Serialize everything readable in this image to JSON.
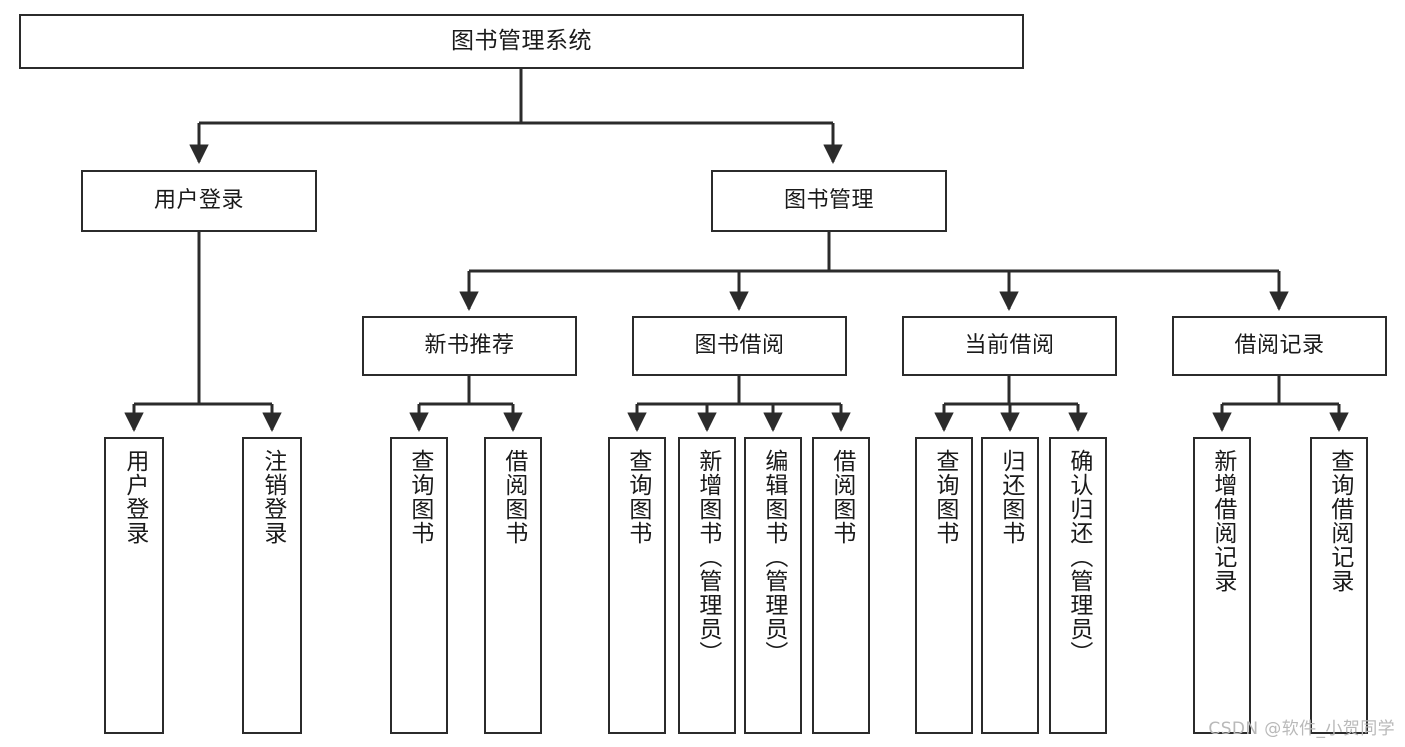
{
  "diagram": {
    "title": "图书管理系统",
    "type": "tree",
    "watermark": "CSDN @软件_小贺同学",
    "colors": {
      "box_border": "#2b2b2b",
      "box_fill": "#ffffff",
      "line": "#2b2b2b",
      "text": "#1a1a1a",
      "watermark": "#b9b9b9"
    },
    "nodes": {
      "root": {
        "label": "图书管理系统"
      },
      "level2": [
        {
          "id": "user-login",
          "label": "用户登录"
        },
        {
          "id": "book-manage",
          "label": "图书管理"
        }
      ],
      "level3": [
        {
          "id": "new-book-rec",
          "label": "新书推荐"
        },
        {
          "id": "book-borrow",
          "label": "图书借阅"
        },
        {
          "id": "current-borrow",
          "label": "当前借阅"
        },
        {
          "id": "borrow-record",
          "label": "借阅记录"
        }
      ],
      "leaves": [
        {
          "id": "leaf-user-login",
          "label": "用户登录"
        },
        {
          "id": "leaf-logout",
          "label": "注销登录"
        },
        {
          "id": "leaf-query-book-1",
          "label": "查询图书"
        },
        {
          "id": "leaf-borrow-book-1",
          "label": "借阅图书"
        },
        {
          "id": "leaf-query-book-2",
          "label": "查询图书"
        },
        {
          "id": "leaf-add-book",
          "label": "新增图书（管理员）"
        },
        {
          "id": "leaf-edit-book",
          "label": "编辑图书（管理员）"
        },
        {
          "id": "leaf-borrow-book-2",
          "label": "借阅图书"
        },
        {
          "id": "leaf-query-book-3",
          "label": "查询图书"
        },
        {
          "id": "leaf-return-book",
          "label": "归还图书"
        },
        {
          "id": "leaf-confirm-return",
          "label": "确认归还（管理员）"
        },
        {
          "id": "leaf-add-record",
          "label": "新增借阅记录"
        },
        {
          "id": "leaf-query-record",
          "label": "查询借阅记录"
        }
      ]
    }
  }
}
